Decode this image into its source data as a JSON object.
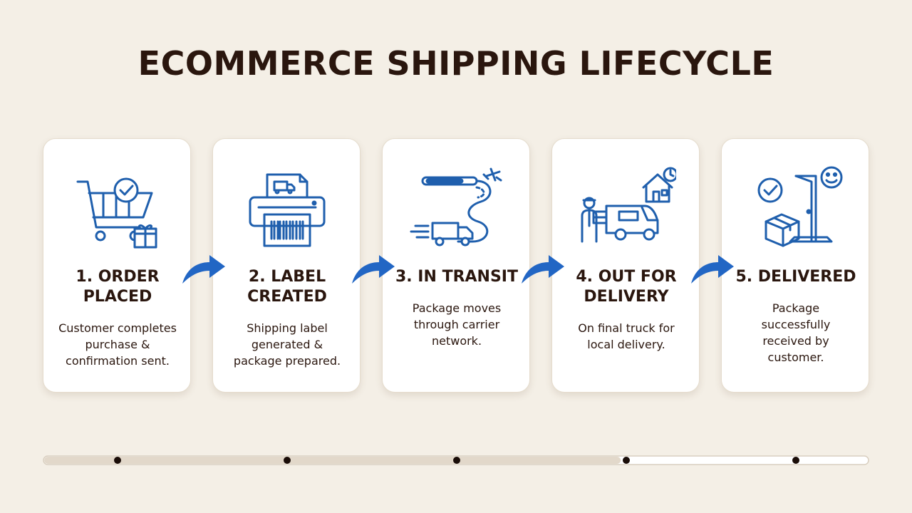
{
  "title": "ECOMMERCE SHIPPING LIFECYCLE",
  "colors": {
    "background": "#f4efe6",
    "icon_blue": "#1f5fad",
    "text": "#2a160e",
    "arrow": "#2266c4"
  },
  "steps": [
    {
      "heading": "1. ORDER\nPLACED",
      "description": "Customer completes\npurchase &\nconfirmation sent.",
      "icon": "shopping-cart-check-gift-icon"
    },
    {
      "heading": "2. LABEL\nCREATED",
      "description": "Shipping label\ngenerated &\npackage prepared.",
      "icon": "label-printer-icon"
    },
    {
      "heading": "3. IN TRANSIT",
      "description": "Package moves\nthrough carrier\nnetwork.",
      "icon": "truck-road-plane-icon"
    },
    {
      "heading": "4. OUT FOR\nDELIVERY",
      "description": "On final truck for\nlocal delivery.",
      "icon": "courier-van-house-icon"
    },
    {
      "heading": "5. DELIVERED",
      "description": "Package\nsuccessfully\nreceived by\ncustomer.",
      "icon": "box-door-smile-icon"
    }
  ],
  "timeline": {
    "marker_count": 5,
    "progress_fraction": 0.7
  }
}
